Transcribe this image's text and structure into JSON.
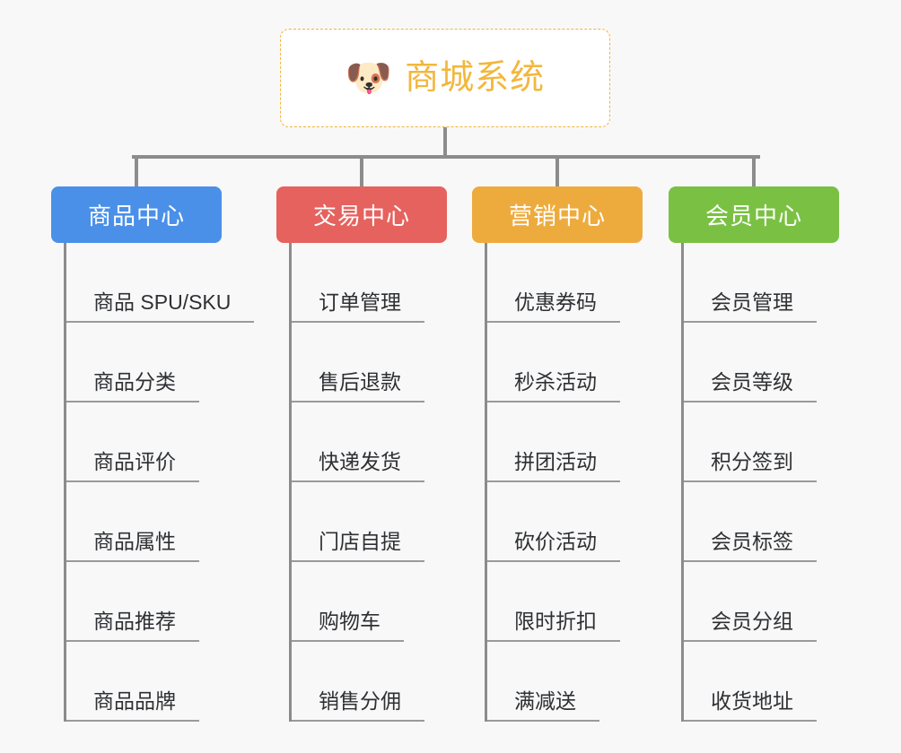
{
  "page": {
    "background_color": "#f8f8f8",
    "line_color": "#8c8c8c",
    "underline_color": "#9a9a9a",
    "leaf_text_color": "#2e3033"
  },
  "root": {
    "title": "商城系统",
    "icon": "shiba-dog-face-icon",
    "icon_glyph": "🐶",
    "text_color": "#f2b73d",
    "border_color": "#f0b43c",
    "background": "#ffffff"
  },
  "categories": [
    {
      "id": "product-center",
      "label": "商品中心",
      "color": "#4a90e8",
      "items": [
        {
          "label": "商品 SPU/SKU"
        },
        {
          "label": "商品分类"
        },
        {
          "label": "商品评价"
        },
        {
          "label": "商品属性"
        },
        {
          "label": "商品推荐"
        },
        {
          "label": "商品品牌"
        }
      ]
    },
    {
      "id": "trade-center",
      "label": "交易中心",
      "color": "#e6625e",
      "items": [
        {
          "label": "订单管理"
        },
        {
          "label": "售后退款"
        },
        {
          "label": "快递发货"
        },
        {
          "label": "门店自提"
        },
        {
          "label": "购物车"
        },
        {
          "label": "销售分佣"
        }
      ]
    },
    {
      "id": "marketing-center",
      "label": "营销中心",
      "color": "#eeab3d",
      "items": [
        {
          "label": "优惠券码"
        },
        {
          "label": "秒杀活动"
        },
        {
          "label": "拼团活动"
        },
        {
          "label": "砍价活动"
        },
        {
          "label": "限时折扣"
        },
        {
          "label": "满减送"
        }
      ]
    },
    {
      "id": "member-center",
      "label": "会员中心",
      "color": "#7ac143",
      "items": [
        {
          "label": "会员管理"
        },
        {
          "label": "会员等级"
        },
        {
          "label": "积分签到"
        },
        {
          "label": "会员标签"
        },
        {
          "label": "会员分组"
        },
        {
          "label": "收货地址"
        }
      ]
    }
  ]
}
